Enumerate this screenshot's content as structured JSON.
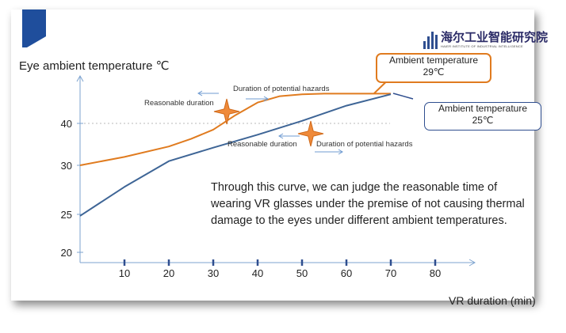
{
  "chart_data": {
    "type": "line",
    "ylabel": "Eye ambient temperature ℃",
    "xlabel": "VR duration (min)",
    "x_ticks": [
      10,
      20,
      30,
      40,
      50,
      60,
      70,
      80
    ],
    "y_ticks": [
      20,
      25,
      30,
      40
    ],
    "xlim": [
      0,
      90
    ],
    "reference_line_y": 40,
    "series": [
      {
        "name": "Ambient temperature 29℃",
        "color": "#e07b1f",
        "x": [
          0,
          10,
          20,
          25,
          30,
          35,
          40,
          45,
          50,
          55,
          60,
          65,
          70
        ],
        "y": [
          30,
          32,
          34.5,
          36.3,
          38.5,
          41.3,
          43.3,
          44.3,
          44.6,
          44.7,
          44.7,
          44.7,
          44.7
        ]
      },
      {
        "name": "Ambient temperature 25℃",
        "color": "#3e6596",
        "x": [
          0,
          10,
          20,
          30,
          40,
          50,
          60,
          70
        ],
        "y": [
          24.8,
          27.8,
          31,
          34.2,
          37.3,
          40.4,
          42.8,
          44.6
        ]
      }
    ],
    "annotations": {
      "reasonable_1": "Reasonable duration",
      "hazards_1": "Duration of potential hazards",
      "reasonable_2": "Reasonable duration",
      "hazards_2": "Duration of potential hazards"
    },
    "note": "Through this curve, we can judge the reasonable time of wearing VR glasses under the premise of not causing thermal damage to the eyes under different ambient temperatures."
  },
  "callouts": {
    "orange_line1": "Ambient temperature",
    "orange_line2": "29℃",
    "blue_line1": "Ambient temperature",
    "blue_line2": "25℃"
  },
  "logo": {
    "cn": "海尔工业智能研究院",
    "en": "HAIER INSTITUTE OF INDUSTRIAL INTELLIGENCE"
  },
  "colors": {
    "accent_blue": "#1f4e9c",
    "orange": "#e07b1f",
    "blue_line": "#3e6596"
  }
}
